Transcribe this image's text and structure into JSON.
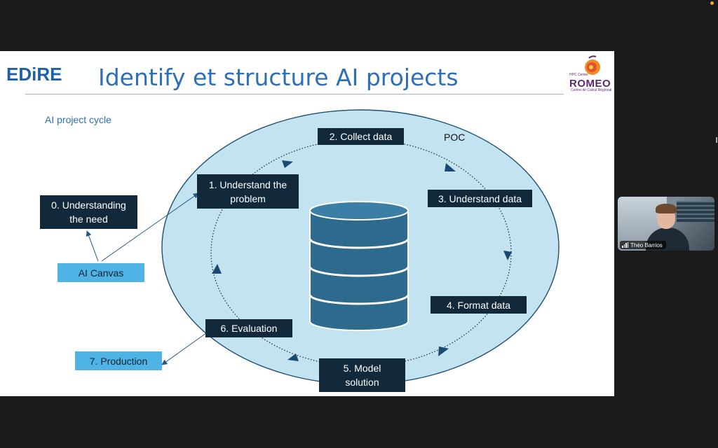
{
  "slide": {
    "logo": "EDiRE",
    "title": "Identify et structure AI projects",
    "subtitle": "AI project cycle",
    "partner_logo": {
      "top_text": "HPC Center",
      "name": "ROMEO",
      "sub_text": "Centre de Calcul Régional"
    }
  },
  "diagram": {
    "poc_label": "POC",
    "steps": {
      "need": "0. Understanding the need",
      "problem": "1. Understand the problem",
      "collect": "2. Collect data",
      "understand_data": "3. Understand data",
      "format": "4. Format data",
      "model": "5. Model solution",
      "evaluation": "6. Evaluation",
      "production": "7. Production",
      "canvas": "AI Canvas"
    }
  },
  "video": {
    "participant_name": "Théo Barrios"
  },
  "colors": {
    "box_dark": "#12293b",
    "box_light": "#4fb3e6",
    "ellipse_fill": "#c3e3f1",
    "title_blue": "#2e6fb7",
    "romeo_purple": "#5b2a6e"
  }
}
